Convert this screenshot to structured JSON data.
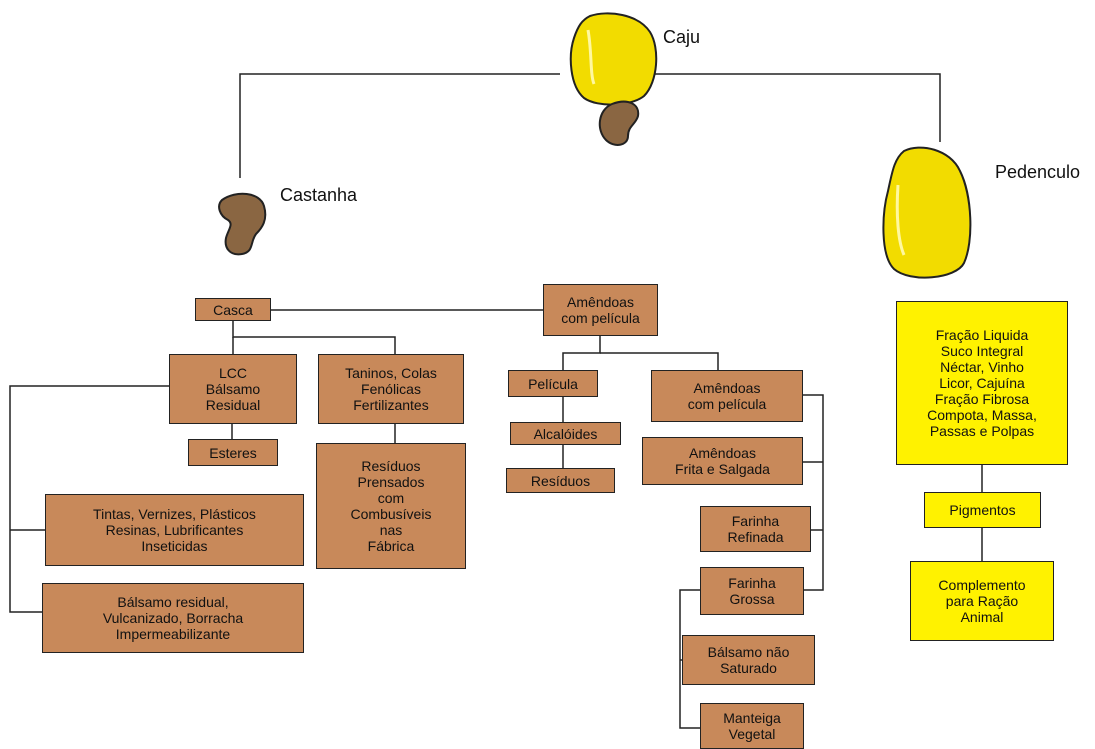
{
  "labels": {
    "caju": "Caju",
    "castanha": "Castanha",
    "pedenculo": "Pedenculo"
  },
  "icons": {
    "caju": "cashew-fruit-icon",
    "castanha": "cashew-nut-icon",
    "pedenculo": "cashew-apple-icon"
  },
  "colors": {
    "brown_box": "#c8895a",
    "yellow_box": "#fff200",
    "nut": "#8a6642",
    "apple": "#f2dc00"
  },
  "boxes": {
    "casca": "Casca",
    "amendoas_pelicula_top": "Amêndoas\ncom película",
    "lcc": "LCC\nBálsamo\nResidual",
    "taninos": "Taninos, Colas\nFenólicas\nFertilizantes",
    "pelicula": "Película",
    "amendoas_pelicula": "Amêndoas\ncom película",
    "esteres": "Esteres",
    "alcaloides": "Alcalóides",
    "residuos_prensados": "Resíduos\nPrensados\ncom\nCombusíveis\nnas\nFábrica",
    "residuos": "Resíduos",
    "amendoas_frita": "Amêndoas\nFrita e Salgada",
    "tintas": "Tintas, Vernizes, Plásticos\nResinas, Lubrificantes\nInseticidas",
    "farinha_refinada": "Farinha\nRefinada",
    "balsamo_residual": "Bálsamo residual,\nVulcanizado, Borracha\nImpermeabilizante",
    "farinha_grossa": "Farinha\nGrossa",
    "balsamo_nao": "Bálsamo não\nSaturado",
    "manteiga": "Manteiga\nVegetal",
    "fracao": "Fração Liquida\nSuco Integral\nNéctar, Vinho\nLicor, Cajuína\nFração Fibrosa\nCompota, Massa,\nPassas e Polpas",
    "pigmentos": "Pigmentos",
    "complemento": "Complemento\npara Ração\nAnimal"
  }
}
